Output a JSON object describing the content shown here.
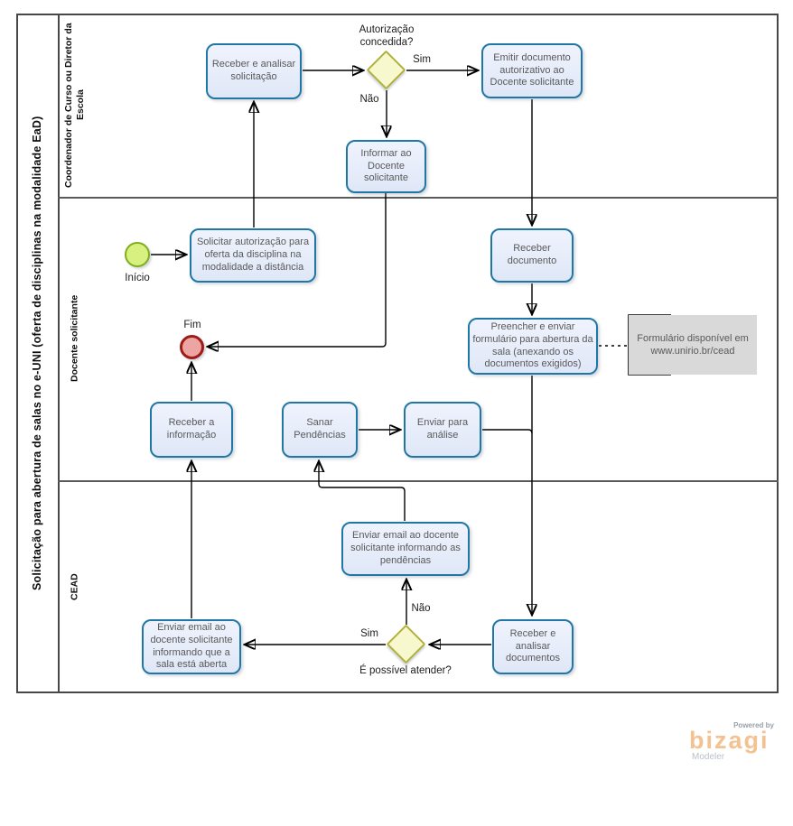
{
  "diagram": {
    "pool_title": "Solicitação para abertura de salas no e-UNI (oferta de disciplinas na modalidade EaD)",
    "lanes": [
      {
        "label": "Coordenador de Curso ou Diretor da Escola"
      },
      {
        "label": "Docente  solicitante"
      },
      {
        "label": "CEAD"
      }
    ],
    "events": [
      {
        "id": "start",
        "label": "Início"
      },
      {
        "id": "end",
        "label": "Fim"
      }
    ],
    "tasks": [
      {
        "label": "Receber  e analisar solicitação"
      },
      {
        "label": "Emitir documento autorizativo ao Docente solicitante"
      },
      {
        "label": "Informar ao Docente solicitante"
      },
      {
        "label": "Solicitar autorização para oferta da disciplina na modalidade a distância"
      },
      {
        "label": "Receber documento"
      },
      {
        "label": "Preencher e enviar formulário para abertura da sala (anexando os documentos exigidos)"
      },
      {
        "label": "Receber a informação"
      },
      {
        "label": "Sanar Pendências"
      },
      {
        "label": "Enviar para análise"
      },
      {
        "label": "Enviar email ao docente solicitante informando as pendências"
      },
      {
        "label": "Enviar email ao docente solicitante informando que a sala está aberta"
      },
      {
        "label": "Receber e analisar documentos"
      }
    ],
    "gateways": [
      {
        "question": "Autorização concedida?",
        "yes": "Sim",
        "no": "Não"
      },
      {
        "question": "É possível atender?",
        "yes": "Sim",
        "no": "Não"
      }
    ],
    "annotation": {
      "text": "Formulário disponível em www.unirio.br/cead"
    },
    "colors": {
      "task_border": "#2077a6",
      "task_fill": "#e9eefb",
      "gateway_fill": "#f8f8cf",
      "gateway_border": "#b0b03c",
      "start_fill": "#d8f07f",
      "start_border": "#7fae1e",
      "end_fill": "#eda5a3",
      "end_border": "#9f1b15",
      "annotation_fill": "#d9d9d9",
      "brand_orange": "#f4c191"
    }
  },
  "branding": {
    "powered_by": "Powered by",
    "brand": "bizagi",
    "product": "Modeler"
  }
}
